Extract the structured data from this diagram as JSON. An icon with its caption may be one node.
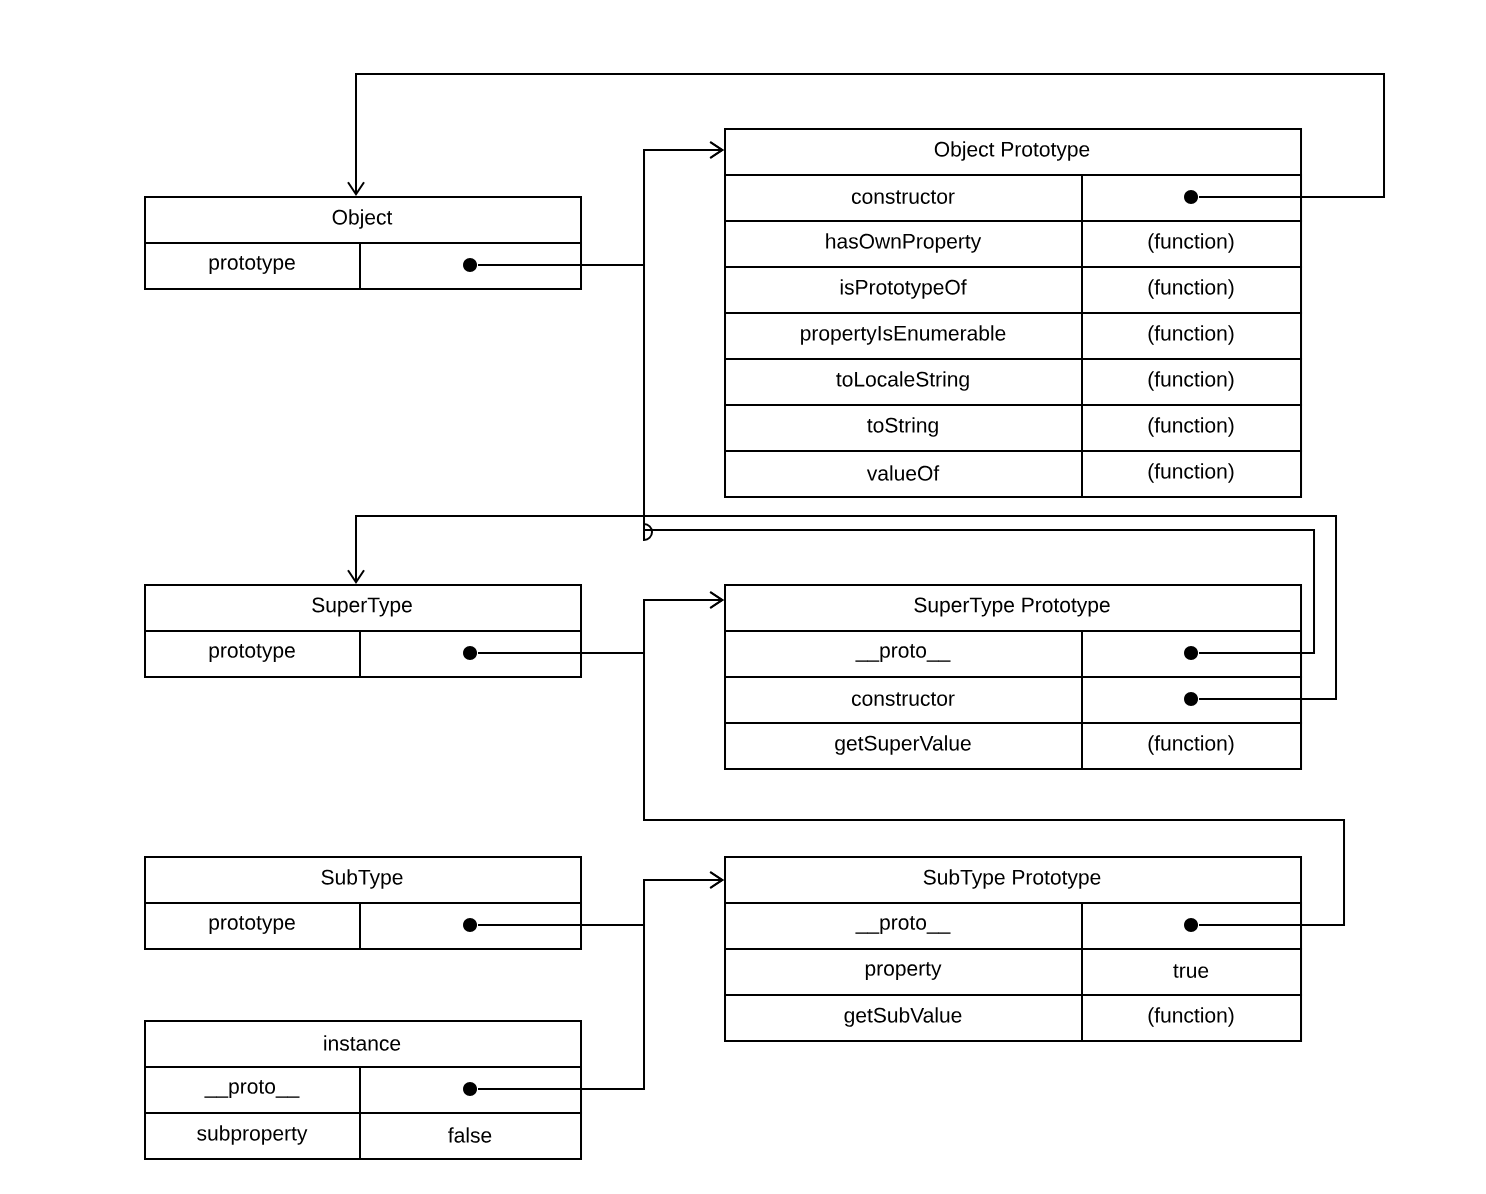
{
  "diagram": {
    "nodes": [
      {
        "text": [
          "Object"
        ]
      },
      {
        "text": [
          "prototype"
        ],
        "in": 0
      },
      {
        "text": [],
        "shape": "circle",
        "in": 1
      },
      {
        "text": [
          "Object Prototype"
        ]
      },
      {
        "text": [
          "constructor"
        ],
        "in": 3
      },
      {
        "text": [],
        "shape": "circle",
        "in": 4
      },
      {
        "text": [
          "hasOwnProperty",
          "(function)"
        ],
        "in": 3
      },
      {
        "text": [
          "isPrototypeOf",
          "(function)"
        ],
        "in": 3
      },
      {
        "text": [
          "propertyIsEnumerable",
          "(function)"
        ],
        "in": 3
      },
      {
        "text": [
          "toLocaleString",
          "(function)"
        ],
        "in": 3
      },
      {
        "text": [
          "toString",
          "(function)"
        ],
        "in": 3
      },
      {
        "text": [
          "valueOf",
          "(function)"
        ],
        "in": 3
      },
      {
        "text": [
          "SuperType"
        ]
      },
      {
        "text": [
          "prototype"
        ],
        "in": 12
      },
      {
        "text": [],
        "shape": "circle",
        "in": 13
      },
      {
        "text": [
          "SuperType Prototype"
        ]
      },
      {
        "text": [
          "__proto__"
        ],
        "in": 15
      },
      {
        "text": [],
        "shape": "circle",
        "in": 16
      },
      {
        "text": [
          "constructor"
        ],
        "in": 15
      },
      {
        "text": [],
        "shape": "circle",
        "in": 18
      },
      {
        "text": [
          "getSuperValue",
          "(function)"
        ],
        "in": 15
      },
      {
        "text": [
          "SubType"
        ]
      },
      {
        "text": [
          "prototype"
        ],
        "in": 21
      },
      {
        "text": [],
        "shape": "circle",
        "in": 22
      },
      {
        "text": [
          "SubType Prototype"
        ]
      },
      {
        "text": [
          "__proto__"
        ],
        "in": 24
      },
      {
        "text": [],
        "shape": "circle",
        "in": 25
      },
      {
        "text": [
          "property",
          "true"
        ],
        "in": 24
      },
      {
        "text": [
          "getSubValue",
          "(function)"
        ],
        "in": 24
      },
      {
        "text": [
          "instance"
        ]
      },
      {
        "text": [
          "__proto__"
        ],
        "in": 29
      },
      {
        "text": [],
        "shape": "circle",
        "in": 30
      },
      {
        "text": [
          "subproperty",
          "false"
        ],
        "in": 29
      }
    ],
    "edges": [
      {
        "from": 2,
        "to": 3,
        "arrow": "to"
      },
      {
        "from": 5,
        "to": 0,
        "arrow": "to"
      },
      {
        "from": 14,
        "to": 15,
        "arrow": "to"
      },
      {
        "from": 17,
        "to": 3,
        "arrow": "to"
      },
      {
        "from": 19,
        "to": 12,
        "arrow": "to"
      },
      {
        "from": 23,
        "to": 24,
        "arrow": "to"
      },
      {
        "from": 26,
        "to": 15,
        "arrow": "to"
      },
      {
        "from": 31,
        "to": 24,
        "arrow": "to"
      }
    ]
  }
}
